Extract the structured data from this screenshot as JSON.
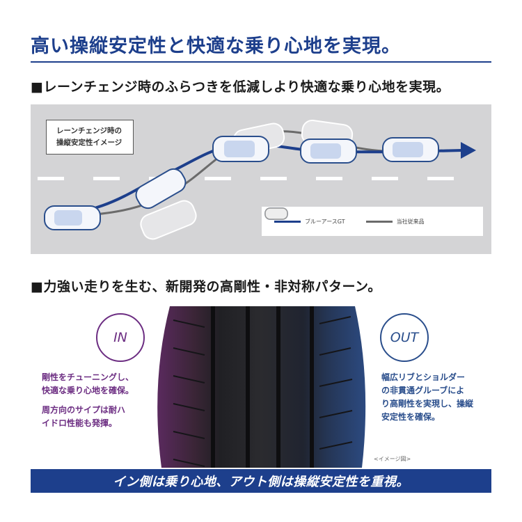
{
  "headline": "高い操縦安定性と快適な乗り心地を実現。",
  "section1": {
    "heading": "■レーンチェンジ時のふらつきを低減しより快適な乗り心地を実現。",
    "diagram_label_line1": "レーンチェンジ時の",
    "diagram_label_line2": "操縦安定性イメージ",
    "legend_product": "ブルーアースGT",
    "legend_competitor": "当社従来品"
  },
  "section2": {
    "heading": "■力強い走りを生む、新開発の高剛性・非対称パターン。",
    "in_label": "IN",
    "out_label": "OUT",
    "in_text_1_line1": "剛性をチューニングし、",
    "in_text_1_line2": "快適な乗り心地を確保。",
    "in_text_2_line1": "周方向のサイプは耐ハ",
    "in_text_2_line2": "イドロ性能も発揮。",
    "out_text_line1": "幅広リブとショルダー",
    "out_text_line2": "の非貫通グルーブによ",
    "out_text_line3": "り高剛性を実現し、操縦",
    "out_text_line4": "安定性を確保。",
    "image_note": "<イメージ図>",
    "banner": "イン側は乗り心地、アウト側は操縦安定性を重視。"
  },
  "colors": {
    "brand_blue": "#1d3f8c",
    "in_purple": "#6c2d82",
    "road_gray": "#d4d4d6"
  }
}
